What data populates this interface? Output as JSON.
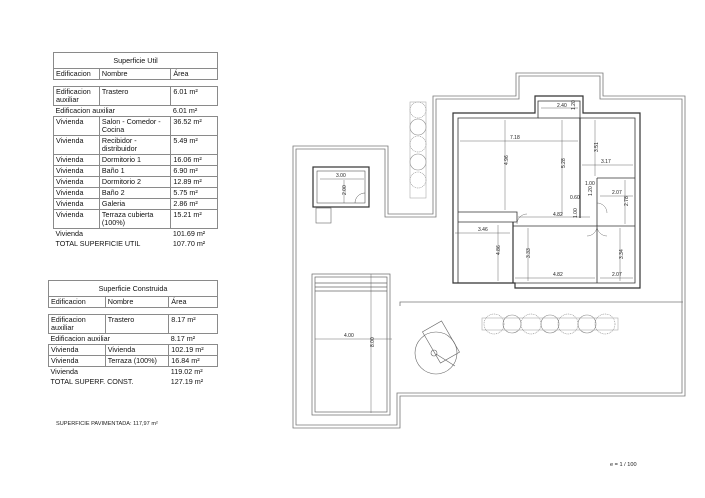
{
  "superficie_util": {
    "title": "Superficie Util",
    "headers": [
      "Edificacion",
      "Nombre",
      "Área"
    ],
    "aux_rows": [
      {
        "edificacion": "Edificacion auxiliar",
        "nombre": "Trastero",
        "area": "6.01 m²"
      }
    ],
    "aux_subtotal": {
      "label": "Edificacion auxiliar",
      "area": "6.01 m²"
    },
    "vivienda_rows": [
      {
        "edificacion": "Vivienda",
        "nombre": "Salon - Comedor - Cocina",
        "area": "36.52 m²"
      },
      {
        "edificacion": "Vivienda",
        "nombre": "Recibidor - distribuidor",
        "area": "5.49 m²"
      },
      {
        "edificacion": "Vivienda",
        "nombre": "Dormitorio 1",
        "area": "16.06 m²"
      },
      {
        "edificacion": "Vivienda",
        "nombre": "Baño 1",
        "area": "6.90 m²"
      },
      {
        "edificacion": "Vivienda",
        "nombre": "Dormitorio 2",
        "area": "12.89 m²"
      },
      {
        "edificacion": "Vivienda",
        "nombre": "Baño 2",
        "area": "5.75 m²"
      },
      {
        "edificacion": "Vivienda",
        "nombre": "Galeria",
        "area": "2.86 m²"
      },
      {
        "edificacion": "Vivienda",
        "nombre": "Terraza cubierta (100%)",
        "area": "15.21 m²"
      }
    ],
    "vivienda_subtotal": {
      "label": "Vivienda",
      "area": "101.69 m²"
    },
    "total": {
      "label": "TOTAL SUPERFICIE UTIL",
      "area": "107.70 m²"
    }
  },
  "superficie_construida": {
    "title": "Superficie Construida",
    "headers": [
      "Edificacion",
      "Nombre",
      "Área"
    ],
    "aux_rows": [
      {
        "edificacion": "Edificacion auxiliar",
        "nombre": "Trastero",
        "area": "8.17 m²"
      }
    ],
    "aux_subtotal": {
      "label": "Edificacion auxiliar",
      "area": "8.17 m²"
    },
    "vivienda_rows": [
      {
        "edificacion": "Vivienda",
        "nombre": "Vivienda",
        "area": "102.19 m²"
      },
      {
        "edificacion": "Vivienda",
        "nombre": "Terraza (100%)",
        "area": "16.84 m²"
      }
    ],
    "vivienda_subtotal": {
      "label": "Vivienda",
      "area": "119.02 m²"
    },
    "total": {
      "label": "TOTAL SUPERF. CONST.",
      "area": "127.19 m²"
    }
  },
  "note": "SUPERFICIE PAVIMENTADA: 117,97 m²",
  "scale": "e = 1 / 100",
  "plan_dimensions": {
    "trastero_w": "3.00",
    "trastero_h": "2.00",
    "salon_w": "7.18",
    "salon_h": "4.96",
    "salon_h2": "5.28",
    "galeria_w": "2.40",
    "galeria_h": "1.20",
    "room_right_h": "3.51",
    "room_right_w": "3.17",
    "bano_w1": "1.00",
    "bano_h1": "1.20",
    "bano_w": "2.07",
    "bano_h": "2.78",
    "pasillo_w": "0.60",
    "pasillo_l": "4.82",
    "pasillo_h": "1.00",
    "terraza_w": "3.46",
    "terraza_h": "4.86",
    "dorm2_h": "3.33",
    "dorm2_w": "4.82",
    "bano2_h": "3.34",
    "bano2_w": "2.07",
    "piscina_w": "4.00",
    "piscina_h": "8.00"
  }
}
